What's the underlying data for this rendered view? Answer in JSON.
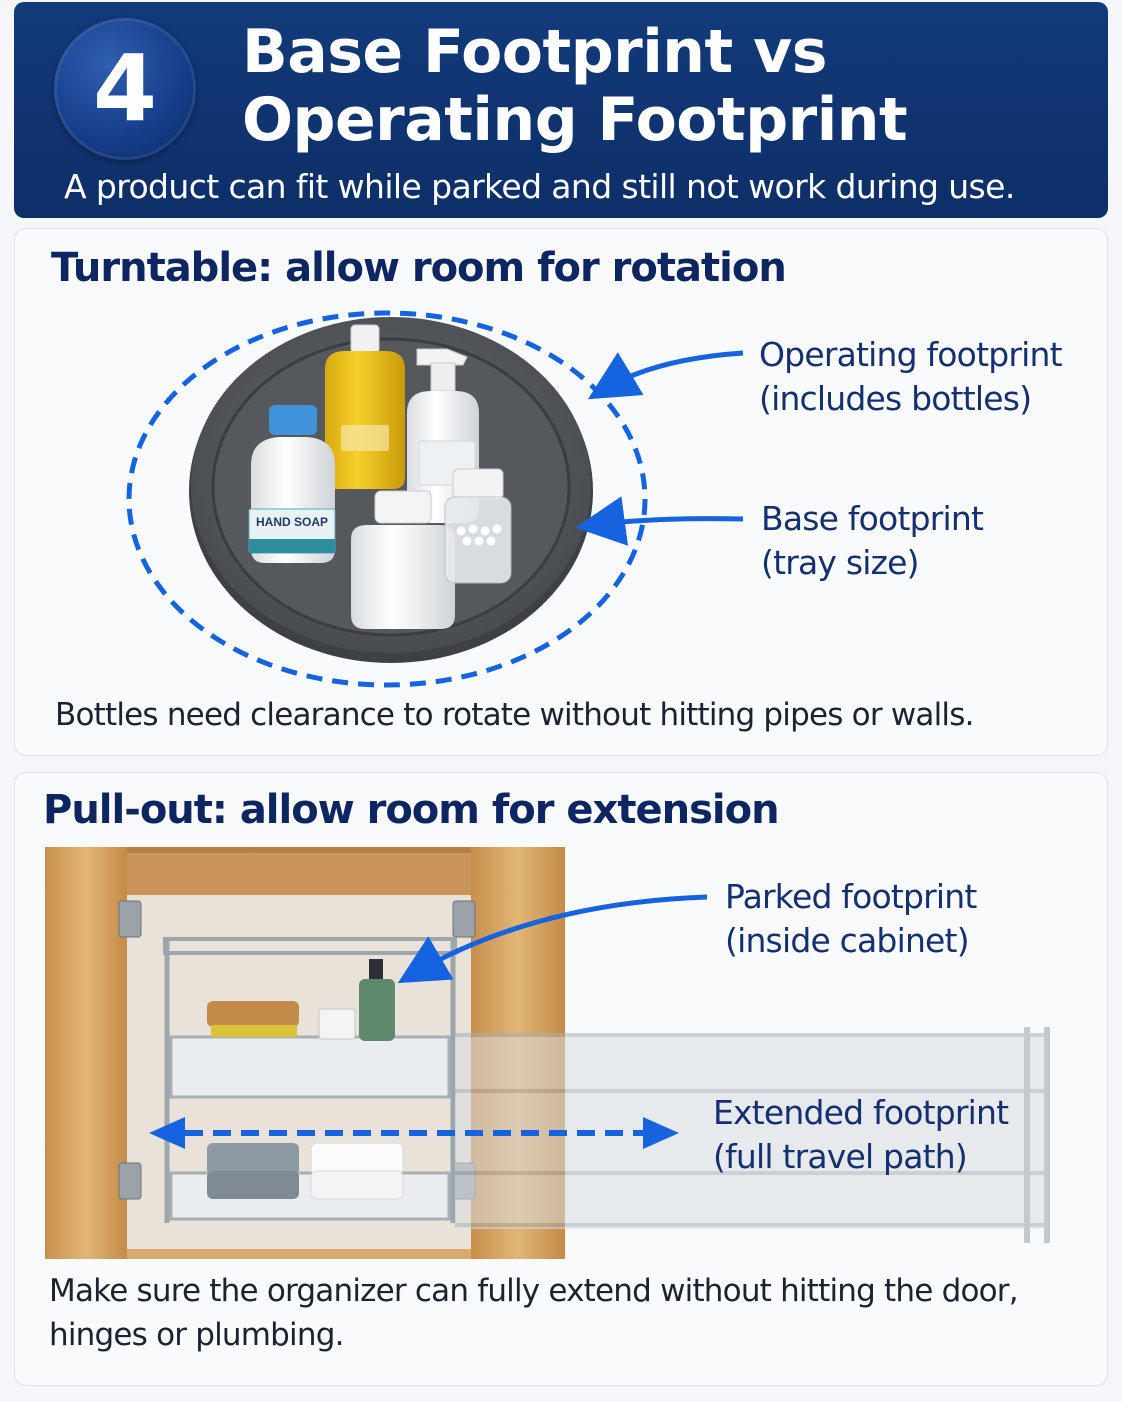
{
  "header": {
    "step_number": "4",
    "title_line1": "Base Footprint vs",
    "title_line2": "Operating Footprint",
    "subtitle": "A product can fit while parked and still not work during use."
  },
  "turntable": {
    "title": "Turntable: allow room for rotation",
    "operating_label_line1": "Operating footprint",
    "operating_label_line2": "(includes bottles)",
    "base_label_line1": "Base footprint",
    "base_label_line2": "(tray size)",
    "soap_label": "HAND SOAP",
    "caption": "Bottles need clearance to rotate without hitting pipes or walls."
  },
  "pullout": {
    "title": "Pull-out: allow room for extension",
    "parked_label_line1": "Parked footprint",
    "parked_label_line2": "(inside cabinet)",
    "extended_label_line1": "Extended footprint",
    "extended_label_line2": "(full travel path)",
    "caption": "Make sure the organizer can fully extend without hitting the door, hinges or plumbing."
  },
  "colors": {
    "header_bg": "#0d2f68",
    "accent_blue": "#1663e0",
    "title_navy": "#0d2560",
    "tray_gray": "#4a4d52",
    "cabinet_wood": "#d8a868"
  }
}
